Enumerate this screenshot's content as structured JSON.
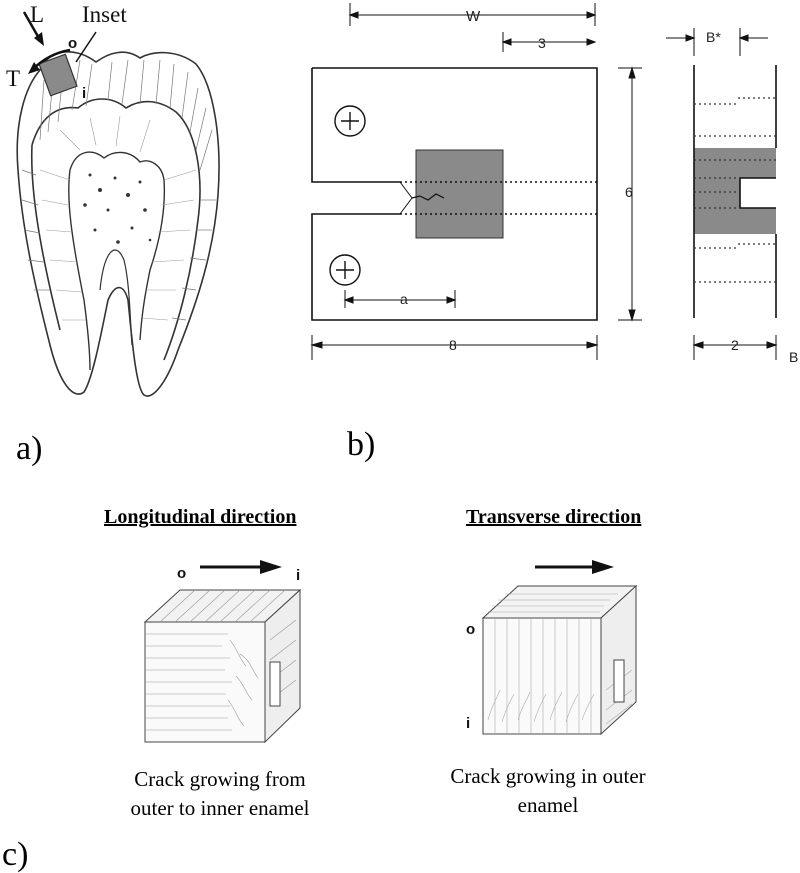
{
  "panel_a": {
    "label": "a)",
    "tooth": {
      "inset_label": "Inset",
      "dir_L": "L",
      "dir_T": "T",
      "outer": "o",
      "inner": "i"
    }
  },
  "panel_b": {
    "label": "b)",
    "dims": {
      "W": "W",
      "three": "3",
      "six": "6",
      "eight": "8",
      "a": "a",
      "Bstar": "B*",
      "two": "2",
      "B": "B"
    }
  },
  "panel_c": {
    "label": "c)",
    "longitudinal": {
      "title": "Longitudinal direction",
      "from": "o",
      "to": "i",
      "caption_line1": "Crack growing from",
      "caption_line2": "outer to inner enamel"
    },
    "transverse": {
      "title": "Transverse direction",
      "top": "o",
      "bottom": "i",
      "caption_line1": "Crack growing in outer",
      "caption_line2": "enamel"
    }
  },
  "colors": {
    "specimen_gray": "#8a8a8a",
    "line": "#111111"
  }
}
